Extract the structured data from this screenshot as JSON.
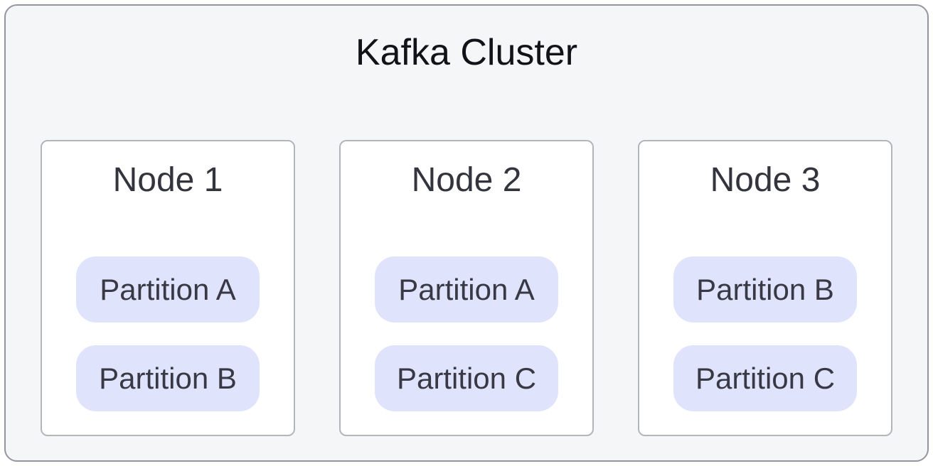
{
  "diagram": {
    "type": "architecture-diagram",
    "title": "Kafka Cluster",
    "nodes": [
      {
        "label": "Node 1",
        "partitions": [
          "Partition A",
          "Partition B"
        ]
      },
      {
        "label": "Node 2",
        "partitions": [
          "Partition A",
          "Partition C"
        ]
      },
      {
        "label": "Node 3",
        "partitions": [
          "Partition B",
          "Partition C"
        ]
      }
    ],
    "colors": {
      "cluster_bg": "#f5f6f8",
      "cluster_border": "#94959f",
      "node_bg": "#ffffff",
      "node_border": "#b3b5bd",
      "partition_bg": "#dfe3fb",
      "title_text": "#111318",
      "node_text": "#33343d",
      "partition_text": "#383944"
    }
  }
}
